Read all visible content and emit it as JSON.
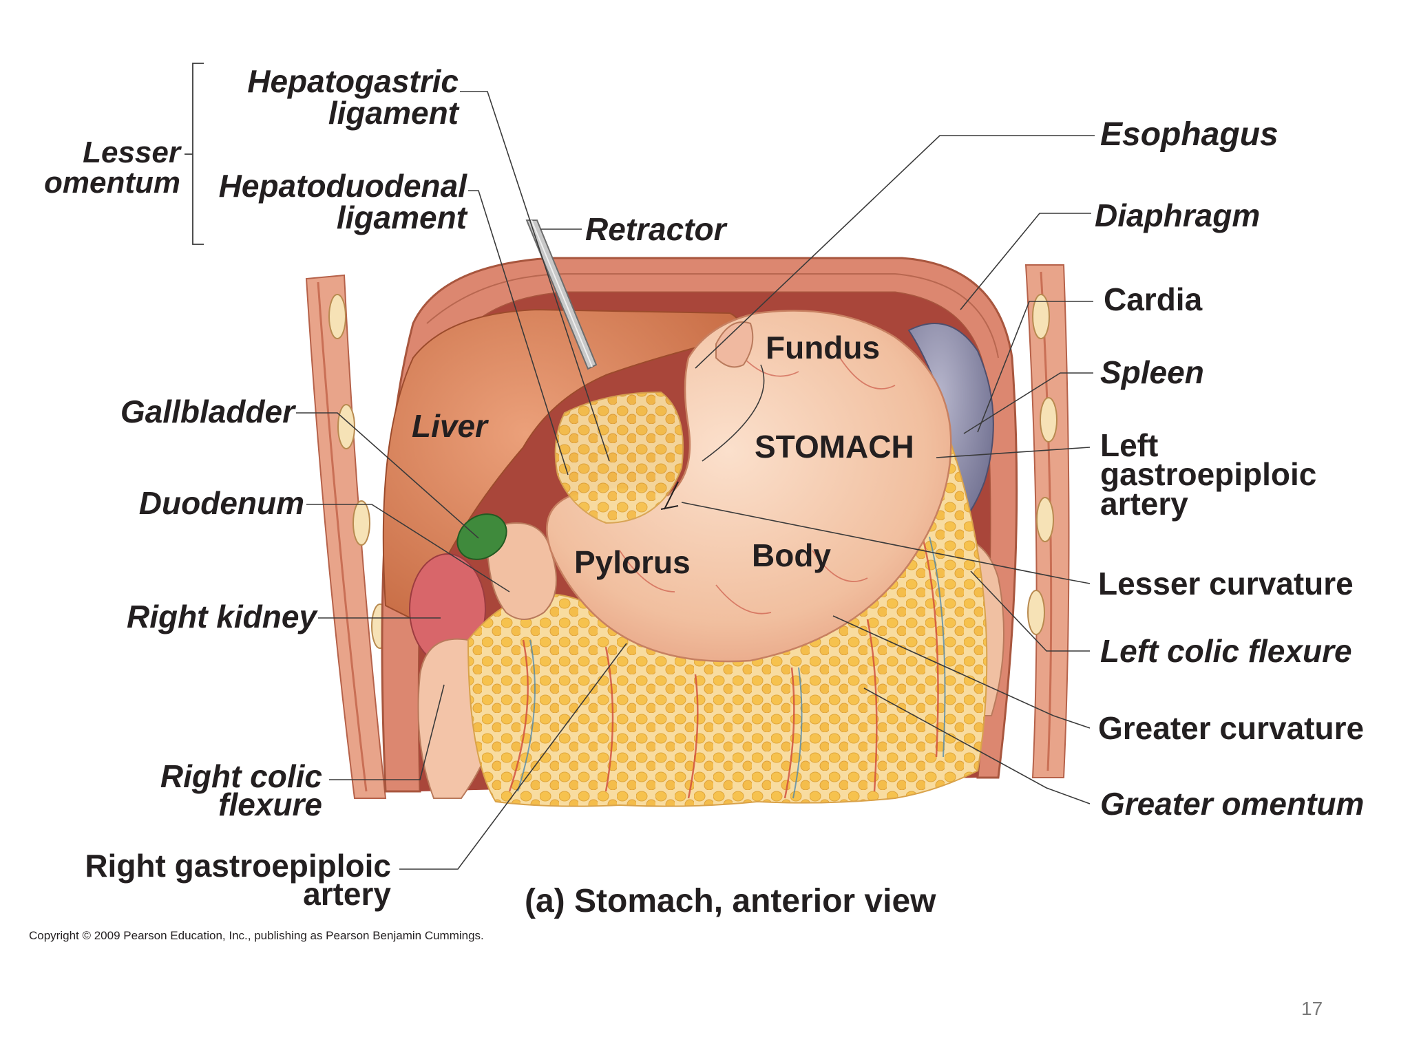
{
  "labels": {
    "lesser_omentum": "Lesser omentum",
    "lesser_omentum_line1": "Lesser",
    "lesser_omentum_line2": "omentum",
    "hepatogastric_line1": "Hepatogastric",
    "hepatogastric_line2": "ligament",
    "hepatoduodenal_line1": "Hepatoduodenal",
    "hepatoduodenal_line2": "ligament",
    "retractor": "Retractor",
    "esophagus": "Esophagus",
    "diaphragm": "Diaphragm",
    "cardia": "Cardia",
    "spleen": "Spleen",
    "left_gastro_line1": "Left",
    "left_gastro_line2": "gastroepiploic",
    "left_gastro_line3": "artery",
    "lesser_curvature": "Lesser curvature",
    "left_colic_flexure": "Left colic flexure",
    "greater_curvature": "Greater curvature",
    "greater_omentum": "Greater omentum",
    "gallbladder": "Gallbladder",
    "duodenum": "Duodenum",
    "right_kidney": "Right kidney",
    "right_colic_line1": "Right colic",
    "right_colic_line2": "flexure",
    "right_gastro_line1": "Right gastroepiploic",
    "right_gastro_line2": "artery"
  },
  "organs": {
    "liver": "Liver",
    "fundus": "Fundus",
    "stomach": "STOMACH",
    "pylorus": "Pylorus",
    "body": "Body"
  },
  "caption": "(a) Stomach, anterior view",
  "copyright": "Copyright © 2009 Pearson Education, Inc., publishing as Pearson Benjamin Cummings.",
  "slide_number": "17",
  "colors": {
    "wall": "#d9826a",
    "liver": "#d9845f",
    "stomach": "#f3c3a4",
    "spleen": "#8a8aa6",
    "gallbladder": "#3f8a3c",
    "kidney": "#d8666a",
    "fat": "#f6c55a",
    "leader": "#3a3a3a"
  }
}
